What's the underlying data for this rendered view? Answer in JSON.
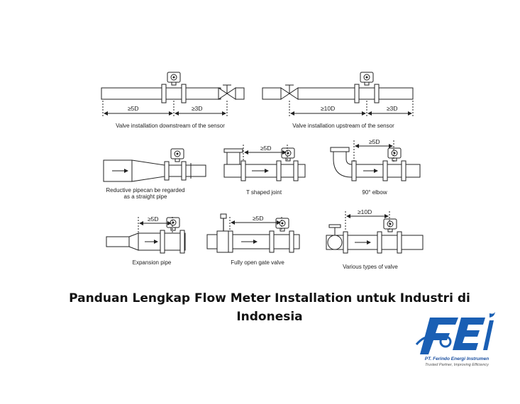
{
  "diagrams": {
    "d1": {
      "caption": "Valve installation downstream of the sensor",
      "dim_a": "≥5D",
      "dim_b": "≥3D"
    },
    "d2": {
      "caption": "Valve installation upstream of the sensor",
      "dim_a": "≥10D",
      "dim_b": "≥3D"
    },
    "d3": {
      "caption_line1": "Reductive pipecan be regarded",
      "caption_line2": "as a straight pipe"
    },
    "d4": {
      "caption": "T shaped joint",
      "dim": "≥5D"
    },
    "d5": {
      "caption": "90° elbow",
      "dim": "≥5D"
    },
    "d6": {
      "caption": "Expansion pipe",
      "dim": "≥5D"
    },
    "d7": {
      "caption": "Fully open gate valve",
      "dim": "≥5D"
    },
    "d8": {
      "caption": "Various types of valve",
      "dim": "≥10D"
    }
  },
  "headline": "Panduan Lengkap Flow Meter Installation untuk Industri di Indonesia",
  "logo": {
    "mark": "FEI",
    "company": "PT. Ferindo Energi Instrumen",
    "tagline": "Trusted Partner, Improving Efficiency",
    "brand_color": "#1a5fb4"
  }
}
